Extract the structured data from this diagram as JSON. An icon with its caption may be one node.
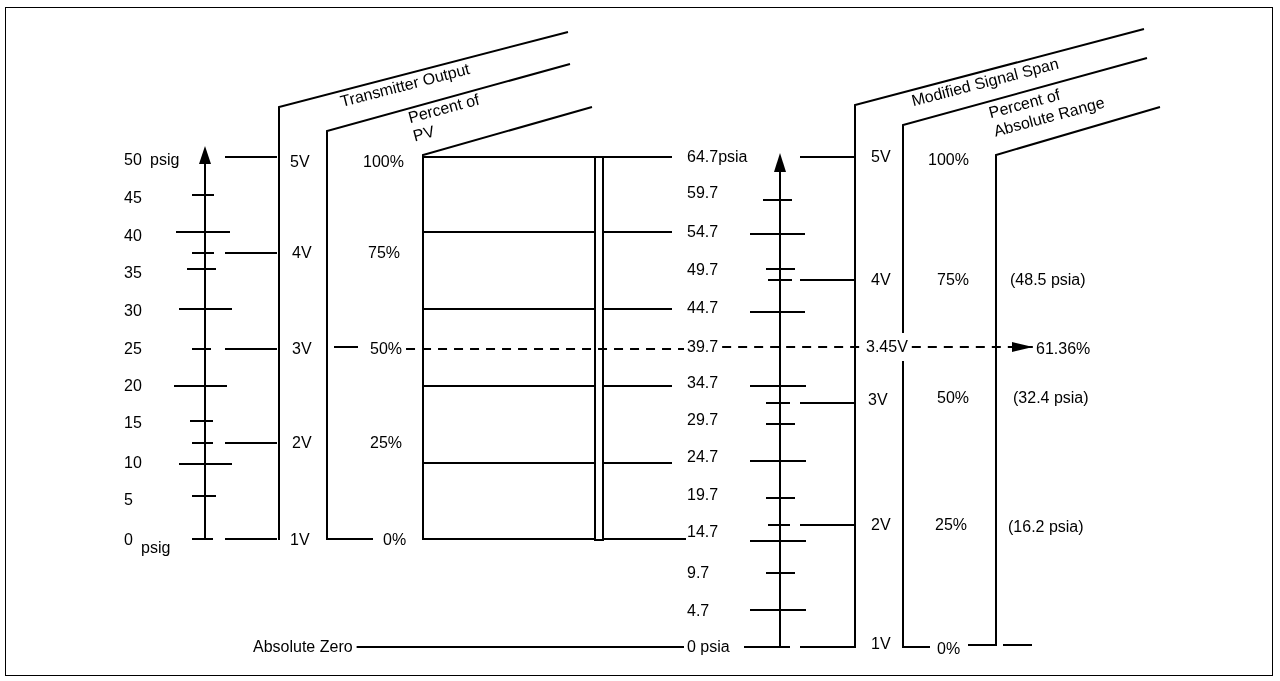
{
  "diagram": {
    "nodes": [
      {
        "text": [
          "50%"
        ]
      },
      {
        "text": [
          "39.7"
        ]
      },
      {
        "text": [
          "3.45V"
        ]
      },
      {
        "text": [
          "61.36%"
        ]
      },
      {
        "text": [
          "Absolute Zero"
        ]
      },
      {
        "text": [
          "0 psia"
        ]
      }
    ],
    "edges": [
      {
        "from": 0,
        "to": 1,
        "arrow": "none",
        "style": "dashed"
      },
      {
        "from": 1,
        "to": 2,
        "arrow": "none",
        "style": "dashed"
      },
      {
        "from": 2,
        "to": 3,
        "arrow": "to",
        "style": "dashed"
      },
      {
        "from": 4,
        "to": 5,
        "arrow": "none"
      }
    ],
    "labels": [
      "Transmitter Output",
      "Percent of PV",
      "Modified Signal Span",
      "Percent of Absolute Range",
      "50",
      "psig",
      "5V",
      "100%",
      "64.7psia",
      "5V",
      "100%",
      "45",
      "59.7",
      "40",
      "54.7",
      "4V",
      "75%",
      "35",
      "49.7",
      "4V",
      "75%",
      "(48.5 psia)",
      "30",
      "44.7",
      "25",
      "3V",
      "20",
      "34.7",
      "3V",
      "50%",
      "(32.4 psia)",
      "15",
      "29.7",
      "2V",
      "25%",
      "10",
      "24.7",
      "5",
      "19.7",
      "2V",
      "25%",
      "(16.2 psia)",
      "0",
      "psig",
      "1V",
      "0%",
      "14.7",
      "9.7",
      "4.7",
      "1V",
      "0%"
    ]
  }
}
